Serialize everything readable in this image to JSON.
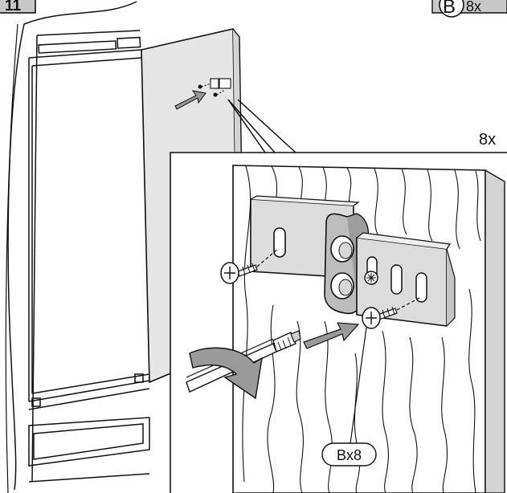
{
  "step": {
    "number": "11"
  },
  "part_badge": {
    "letter": "B",
    "count": "8x"
  },
  "detail": {
    "quantity": "8x",
    "callout": "Bx8"
  },
  "colors": {
    "line": "#111111",
    "panel_fill": "#e6e6e6",
    "bracket_fill": "#dcdcdc",
    "hinge_fill": "#bdbdbd",
    "badge_fill": "#c8c8c8",
    "arrow_fill": "#9a9a9a"
  }
}
